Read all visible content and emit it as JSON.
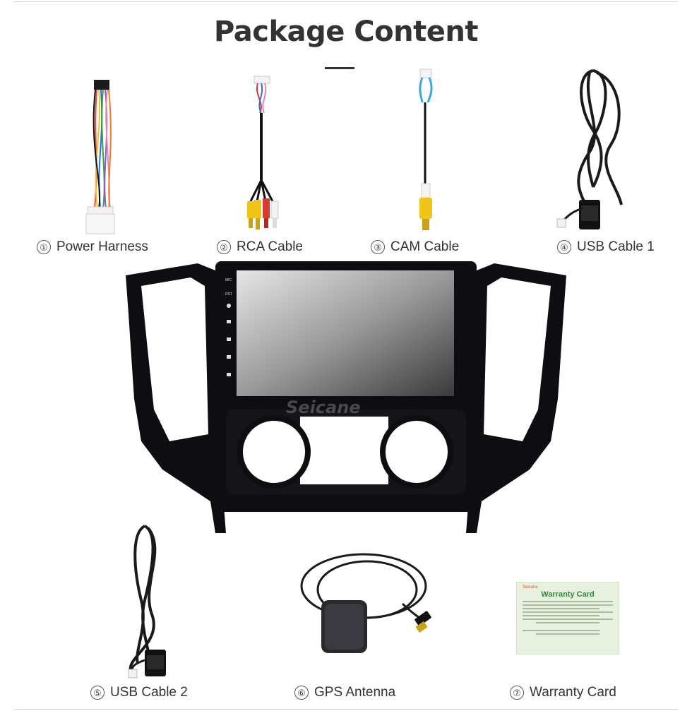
{
  "page": {
    "title": "Package Content"
  },
  "items": [
    {
      "number": "①",
      "label": "Power Harness",
      "icon": "power-harness-icon"
    },
    {
      "number": "②",
      "label": "RCA Cable",
      "icon": "rca-cable-icon"
    },
    {
      "number": "③",
      "label": "CAM Cable",
      "icon": "cam-cable-icon"
    },
    {
      "number": "④",
      "label": "USB Cable 1",
      "icon": "usb-cable-icon"
    },
    {
      "number": "⑤",
      "label": "USB Cable 2",
      "icon": "usb-cable-icon"
    },
    {
      "number": "⑥",
      "label": "GPS Antenna",
      "icon": "gps-antenna-icon"
    },
    {
      "number": "⑦",
      "label": "Warranty Card",
      "icon": "warranty-card-icon"
    }
  ],
  "head_unit": {
    "watermark": "Seicane",
    "side_buttons": [
      "MIC",
      "RST"
    ]
  },
  "warranty_card": {
    "brand": "Seicane",
    "title": "Warranty Card"
  },
  "colors": {
    "title_text": "#333333",
    "frame": "#0d0d12",
    "card_background": "#e8f1df",
    "card_title": "#2f8a3c",
    "rca_yellow": "#f0c419",
    "rca_red": "#d63b2f",
    "rca_white": "#f2f2f2",
    "cam_blue": "#3aa7e0"
  }
}
